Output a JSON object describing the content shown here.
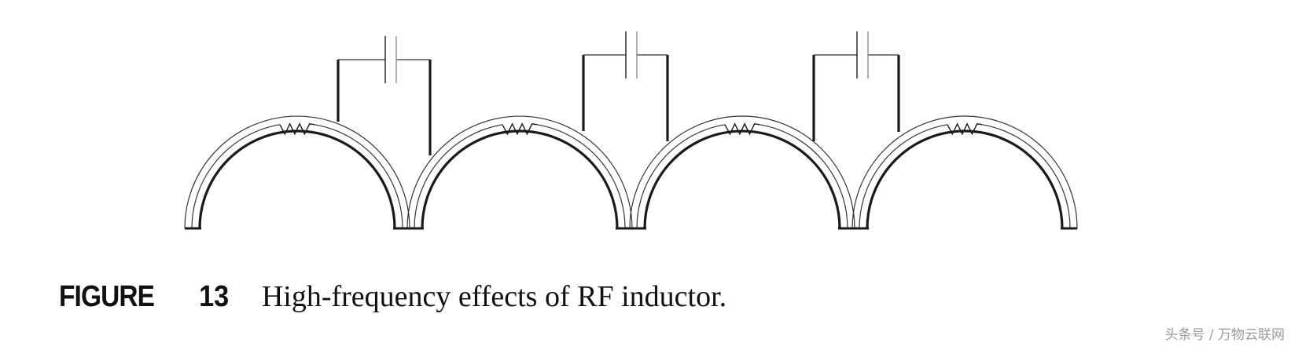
{
  "figure": {
    "label": "FIGURE",
    "number": "13",
    "title": "High-frequency effects of RF inductor.",
    "components": {
      "inductor_turns": 4,
      "series_resistors": 4,
      "parasitic_capacitors": 3
    },
    "colors": {
      "stroke": "#1a1a1a",
      "thin_stroke": "#333333",
      "plate_gray": "#9a9a9a"
    }
  },
  "watermark": "头条号 / 万物云联网"
}
